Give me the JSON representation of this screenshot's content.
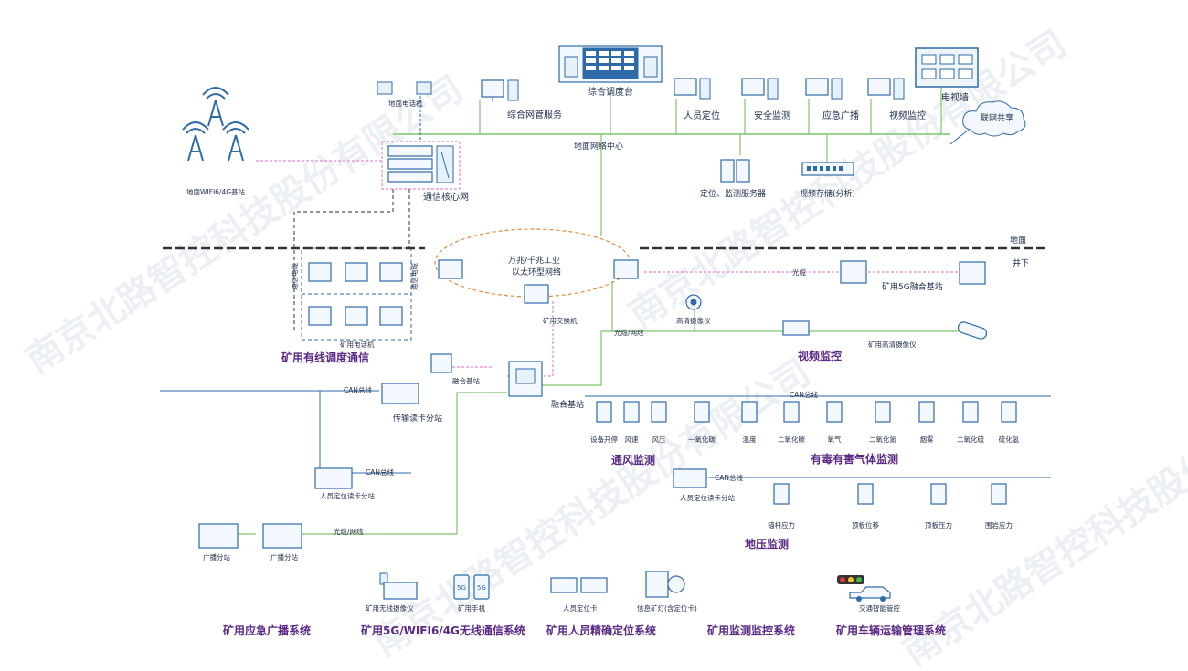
{
  "colors": {
    "green": "#7dc56a",
    "pink": "#e16fc9",
    "blue": "#2f6aa8",
    "purple": "#5b2a86",
    "orange": "#e8883a",
    "gray": "#5a5f6a"
  },
  "ground": {
    "top_devices": {
      "integrated_dispatch": "综合调度台",
      "network_mgmt": "综合网管服务",
      "personnel_location": "人员定位",
      "safety_monitor": "安全监测",
      "emergency_broadcast": "应急广播",
      "video_monitor": "视频监控",
      "tv_wall": "电视墙",
      "internet_share": "联网共享"
    },
    "ground_phone": "地面电话机",
    "ground_center": "地面网络中心",
    "location_servers": "定位、监测服务器",
    "video_storage": "视频存储(分析)",
    "wifi_station": "地面WIFI6/4G基站",
    "core_network": "通信核心网"
  },
  "divider": {
    "above": "地面",
    "below": "井下"
  },
  "underground": {
    "ring_network": {
      "line1": "万兆/千兆工业",
      "line2": "以太环型网络"
    },
    "mine_switch": "矿用交换机",
    "fiber": "光缆",
    "fusion_5g": "矿用5G融合基站",
    "hd_camera": "高清摄像仪",
    "mine_hd_camera": "矿用高清摄像仪",
    "fiber_network": "光缆/网线",
    "fiber_network2": "光缆/网线",
    "video_monitoring": "视频监控",
    "mine_phone": "矿用电话机",
    "comm_cable_left": "通信电缆",
    "comm_cable_right": "通信电缆",
    "wired_dispatch": "矿用有线调度通信",
    "fusion_station_small": "融合基站",
    "fusion_station": "融合基站",
    "can_bus_left": "CAN总线",
    "can_bus_right": "CAN总线",
    "can_bus_mid": "CAN总线",
    "can_bus_pressure": "CAN总线",
    "transmission_card": "传输读卡分站",
    "personnel_card": "人员定位读卡分站",
    "personnel_card_right": "人员定位读卡分站",
    "broadcast_station_1": "广播分站",
    "broadcast_station_2": "广播分站"
  },
  "sensors": {
    "ventilation": [
      "设备开停",
      "风速",
      "风压",
      "一氧化碳",
      "温度"
    ],
    "gas": [
      "二氧化碳",
      "氧气",
      "二氧化氮",
      "烟雾",
      "二氧化硫",
      "硫化氢"
    ],
    "pressure": [
      "锚杆应力",
      "顶板位移",
      "顶板压力",
      "围岩应力"
    ]
  },
  "sections": {
    "ventilation_monitor": "通风监测",
    "gas_monitor": "有毒有害气体监测",
    "pressure_monitor": "地压监测"
  },
  "bottom": {
    "wireless_camera": "矿用无线摄像仪",
    "mine_phone_5g": "矿用手机",
    "phone_5g_badge": "5G",
    "personnel_card": "人员定位卡",
    "cap_lamp": "信息矿灯(含定位卡)",
    "traffic_control": "交通智能管控"
  },
  "systems": {
    "broadcast": "矿用应急广播系统",
    "wireless": "矿用5G/WIFI6/4G无线通信系统",
    "positioning": "矿用人员精确定位系统",
    "monitoring": "矿用监测监控系统",
    "vehicle": "矿用车辆运输管理系统"
  },
  "watermark": "南京北路智控科技股份有限公司"
}
